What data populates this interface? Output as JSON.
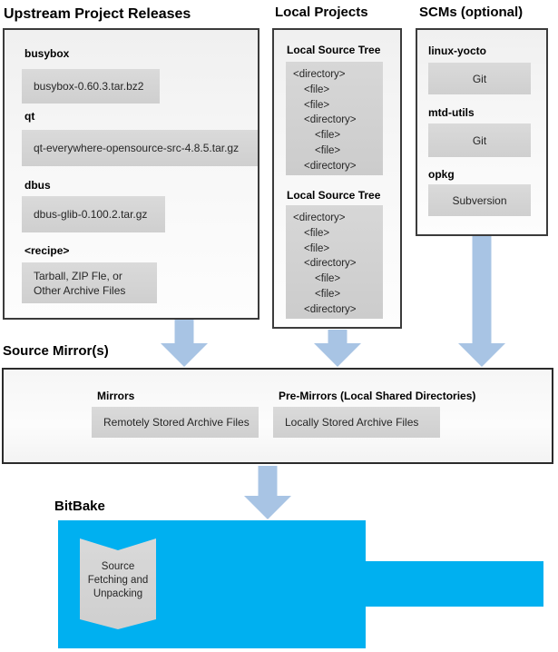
{
  "colors": {
    "arrow_blue": "#a8c4e4",
    "bitbake_cyan": "#00b0f0",
    "item_gray": "#d4d4d4",
    "box_border": "#3b3b3b"
  },
  "upstream": {
    "title": "Upstream Project Releases",
    "items": [
      {
        "label": "busybox",
        "file": "busybox-0.60.3.tar.bz2"
      },
      {
        "label": "qt",
        "file": "qt-everywhere-opensource-src-4.8.5.tar.gz"
      },
      {
        "label": "dbus",
        "file": "dbus-glib-0.100.2.tar.gz"
      },
      {
        "label": "<recipe>",
        "file_line1": "Tarball, ZIP Fle, or",
        "file_line2": "Other Archive Files"
      }
    ]
  },
  "local_projects": {
    "title": "Local Projects",
    "trees": [
      {
        "label": "Local Source Tree",
        "lines": [
          {
            "text": "<directory>",
            "indent": 0
          },
          {
            "text": "<file>",
            "indent": 1
          },
          {
            "text": "<file>",
            "indent": 1
          },
          {
            "text": "<directory>",
            "indent": 1
          },
          {
            "text": "<file>",
            "indent": 2
          },
          {
            "text": "<file>",
            "indent": 2
          },
          {
            "text": "<directory>",
            "indent": 1
          }
        ]
      },
      {
        "label": "Local Source Tree",
        "lines": [
          {
            "text": "<directory>",
            "indent": 0
          },
          {
            "text": "<file>",
            "indent": 1
          },
          {
            "text": "<file>",
            "indent": 1
          },
          {
            "text": "<directory>",
            "indent": 1
          },
          {
            "text": "<file>",
            "indent": 2
          },
          {
            "text": "<file>",
            "indent": 2
          },
          {
            "text": "<directory>",
            "indent": 1
          }
        ]
      }
    ]
  },
  "scms": {
    "title": "SCMs (optional)",
    "items": [
      {
        "label": "linux-yocto",
        "scm": "Git"
      },
      {
        "label": "mtd-utils",
        "scm": "Git"
      },
      {
        "label": "opkg",
        "scm": "Subversion"
      }
    ]
  },
  "source_mirrors": {
    "title": "Source Mirror(s)",
    "mirrors_label": "Mirrors",
    "mirrors_value": "Remotely Stored Archive Files",
    "premirrors_label": "Pre-Mirrors (Local Shared Directories)",
    "premirrors_value": "Locally Stored Archive Files"
  },
  "bitbake": {
    "title": "BitBake",
    "ribbon_lines": [
      "Source",
      "Fetching and",
      "Unpacking"
    ]
  }
}
